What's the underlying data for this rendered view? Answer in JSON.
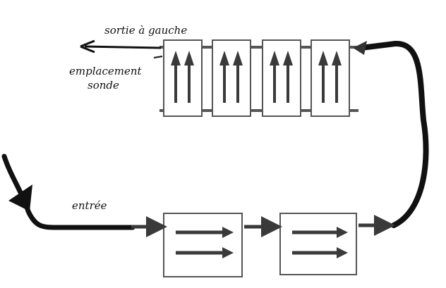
{
  "labels": {
    "left_exit": "sortie à gauche",
    "probe_location_line1": "emplacement",
    "probe_location_line2": "sonde",
    "inlet": "entrée"
  },
  "top_row": {
    "cells": 4,
    "arrow_direction": "up"
  },
  "bottom_row": {
    "cells": 2,
    "arrow_direction": "right"
  },
  "colors": {
    "ink": "#111111",
    "arrow": "#3a3a3a",
    "box": "#555555"
  }
}
